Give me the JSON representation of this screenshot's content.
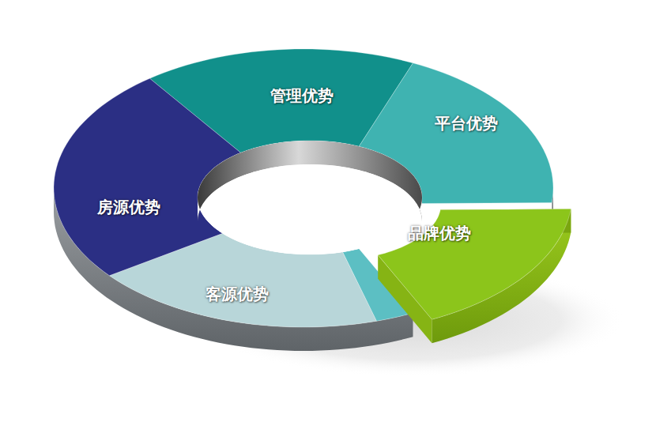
{
  "diagram": {
    "nodes": [
      {
        "text": [
          "管理优势"
        ]
      },
      {
        "text": [
          "平台优势"
        ]
      },
      {
        "text": [
          "品牌优势"
        ]
      },
      {
        "text": [
          "客源优势"
        ]
      },
      {
        "text": [
          "房源优势"
        ]
      }
    ]
  }
}
